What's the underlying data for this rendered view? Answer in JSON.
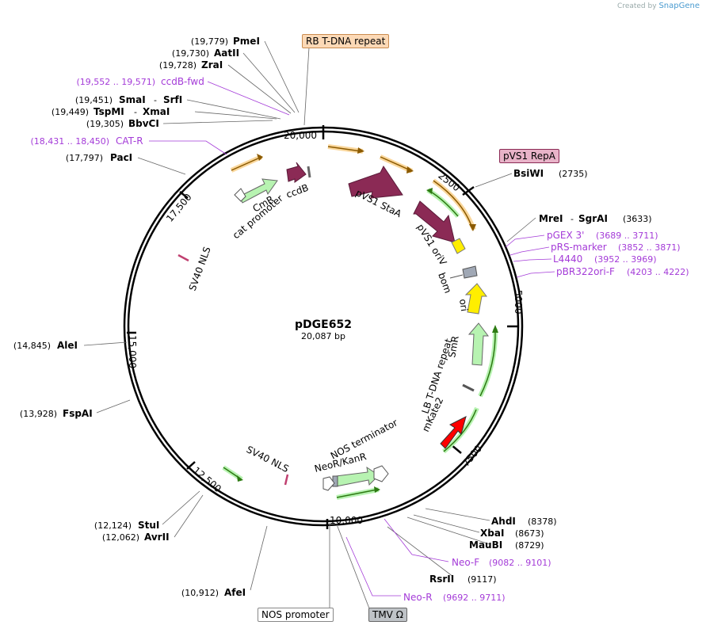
{
  "brand": {
    "prefix": "Created by",
    "name": "SnapGene"
  },
  "plasmid": {
    "name": "pDGE652",
    "size_label": "20,087 bp"
  },
  "ticks": [
    "20,000",
    "2500",
    "5000",
    "7500",
    "10,000",
    "12,500",
    "15,000",
    "17,500"
  ],
  "sites": [
    {
      "name": "PmeI",
      "pos": "(19,779)"
    },
    {
      "name": "AatII",
      "pos": "(19,730)"
    },
    {
      "name": "ZraI",
      "pos": "(19,728)"
    },
    {
      "name": "SmaI",
      "name2": "SrfI",
      "pos": "(19,451)"
    },
    {
      "name": "TspMI",
      "name2": "XmaI",
      "pos": "(19,449)"
    },
    {
      "name": "BbvCI",
      "pos": "(19,305)"
    },
    {
      "name": "PacI",
      "pos": "(17,797)"
    },
    {
      "name": "BsiWI",
      "pos": "(2735)"
    },
    {
      "name": "MreI",
      "name2": "SgrAI",
      "pos": "(3633)"
    },
    {
      "name": "AleI",
      "pos": "(14,845)"
    },
    {
      "name": "FspAI",
      "pos": "(13,928)"
    },
    {
      "name": "StuI",
      "pos": "(12,124)"
    },
    {
      "name": "AvrII",
      "pos": "(12,062)"
    },
    {
      "name": "AfeI",
      "pos": "(10,912)"
    },
    {
      "name": "AhdI",
      "pos": "(8378)"
    },
    {
      "name": "XbaI",
      "pos": "(8673)"
    },
    {
      "name": "MauBI",
      "pos": "(8729)"
    },
    {
      "name": "RsrII",
      "pos": "(9117)"
    }
  ],
  "primers": [
    {
      "name": "ccdB-fwd",
      "pos": "(19,552 .. 19,571)"
    },
    {
      "name": "CAT-R",
      "pos": "(18,431 .. 18,450)"
    },
    {
      "name": "pGEX 3'",
      "pos": "(3689 .. 3711)"
    },
    {
      "name": "pRS-marker",
      "pos": "(3852 .. 3871)"
    },
    {
      "name": "L4440",
      "pos": "(3952 .. 3969)"
    },
    {
      "name": "pBR322ori-F",
      "pos": "(4203 .. 4222)"
    },
    {
      "name": "Neo-F",
      "pos": "(9082 .. 9101)"
    },
    {
      "name": "Neo-R",
      "pos": "(9692 .. 9711)"
    }
  ],
  "features": {
    "rb_tdna": "RB T-DNA repeat",
    "pvs1_repa": "pVS1 RepA",
    "nos_promoter": "NOS promoter",
    "tmv": "TMV Ω",
    "pvs1_staa": "pVS1 StaA",
    "pvs1_oriv": "pVS1 oriV",
    "bom": "bom",
    "ori": "ori",
    "smr": "SmR",
    "lb_tdna": "LB T-DNA repeat",
    "mkate2": "mKate2",
    "nos_terminator": "NOS terminator",
    "neor": "NeoR/KanR",
    "sv40_nls_bottom": "SV40 NLS",
    "sv40_nls_left": "SV40 NLS",
    "cmr": "CmR",
    "cat_promoter": "cat promoter",
    "ccdb": "ccdB"
  },
  "colors": {
    "backbone": "#000000",
    "orange_feature": "#f5a623",
    "repa_box": "#e8b3c8",
    "rb_box": "#fcd9b6",
    "primer": "#a43bd8",
    "green_orf": "#b7f3b1",
    "maroon": "#8b2a55",
    "yellow_ori": "#ffee00",
    "red_mkate": "#ff0000"
  }
}
